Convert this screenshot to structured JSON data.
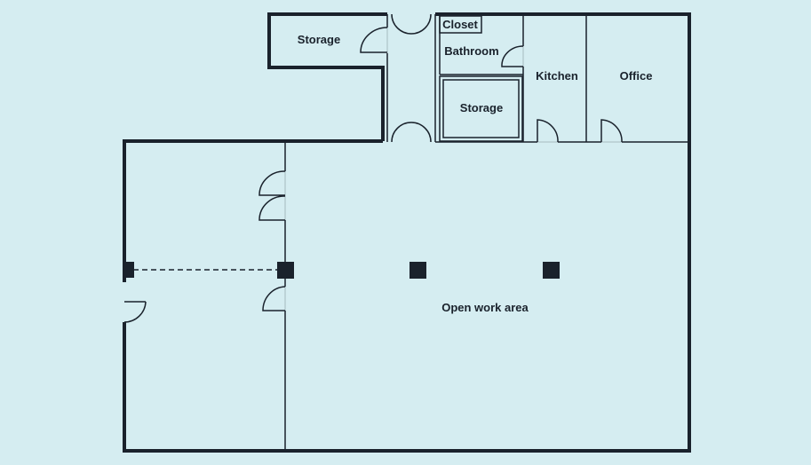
{
  "rooms": {
    "storage_top_left": "Storage",
    "closet": "Closet",
    "bathroom": "Bathroom",
    "storage_center": "Storage",
    "kitchen": "Kitchen",
    "office": "Office",
    "open_work_area": "Open work area"
  },
  "colors": {
    "background": "#d5edf1",
    "walls": "#1a222c"
  }
}
